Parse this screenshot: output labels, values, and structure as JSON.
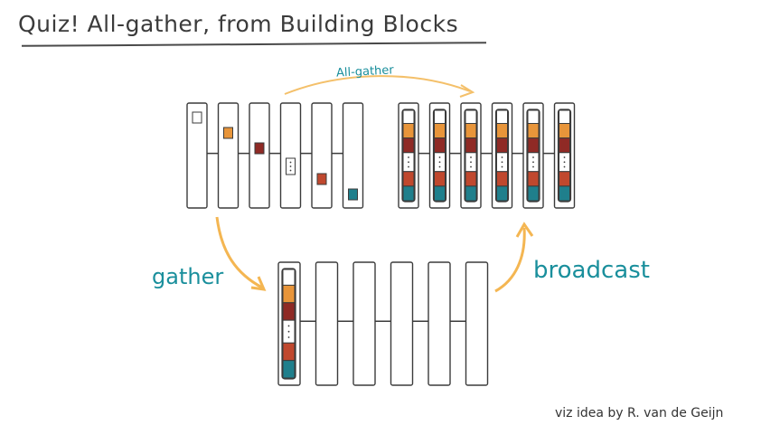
{
  "title": "Quiz! All-gather, from Building Blocks",
  "labels": {
    "all_gather": "All-gather",
    "gather": "gather",
    "broadcast": "broadcast"
  },
  "credit": "viz idea by R. van de Geijn",
  "colors": {
    "ink": "#3b3b3b",
    "label_teal": "#1a8f9c",
    "arrow_orange": "#f4b652",
    "block_white": "#ffffff",
    "block_orange": "#e8953a",
    "block_dark_red": "#8f2a25",
    "block_red": "#c0482e",
    "block_teal": "#1f7f8c"
  },
  "panels": {
    "initial": {
      "node_count": 6,
      "blocks": [
        "white",
        "orange",
        "dark-red",
        "dots",
        "red",
        "teal"
      ]
    },
    "after_all_gather": {
      "node_count": 6,
      "stack": [
        "white",
        "orange",
        "dark-red",
        "dots",
        "red",
        "teal"
      ]
    },
    "after_gather": {
      "node_count": 6,
      "root_stack": [
        "white",
        "orange",
        "dark-red",
        "dots",
        "red",
        "teal"
      ]
    }
  }
}
